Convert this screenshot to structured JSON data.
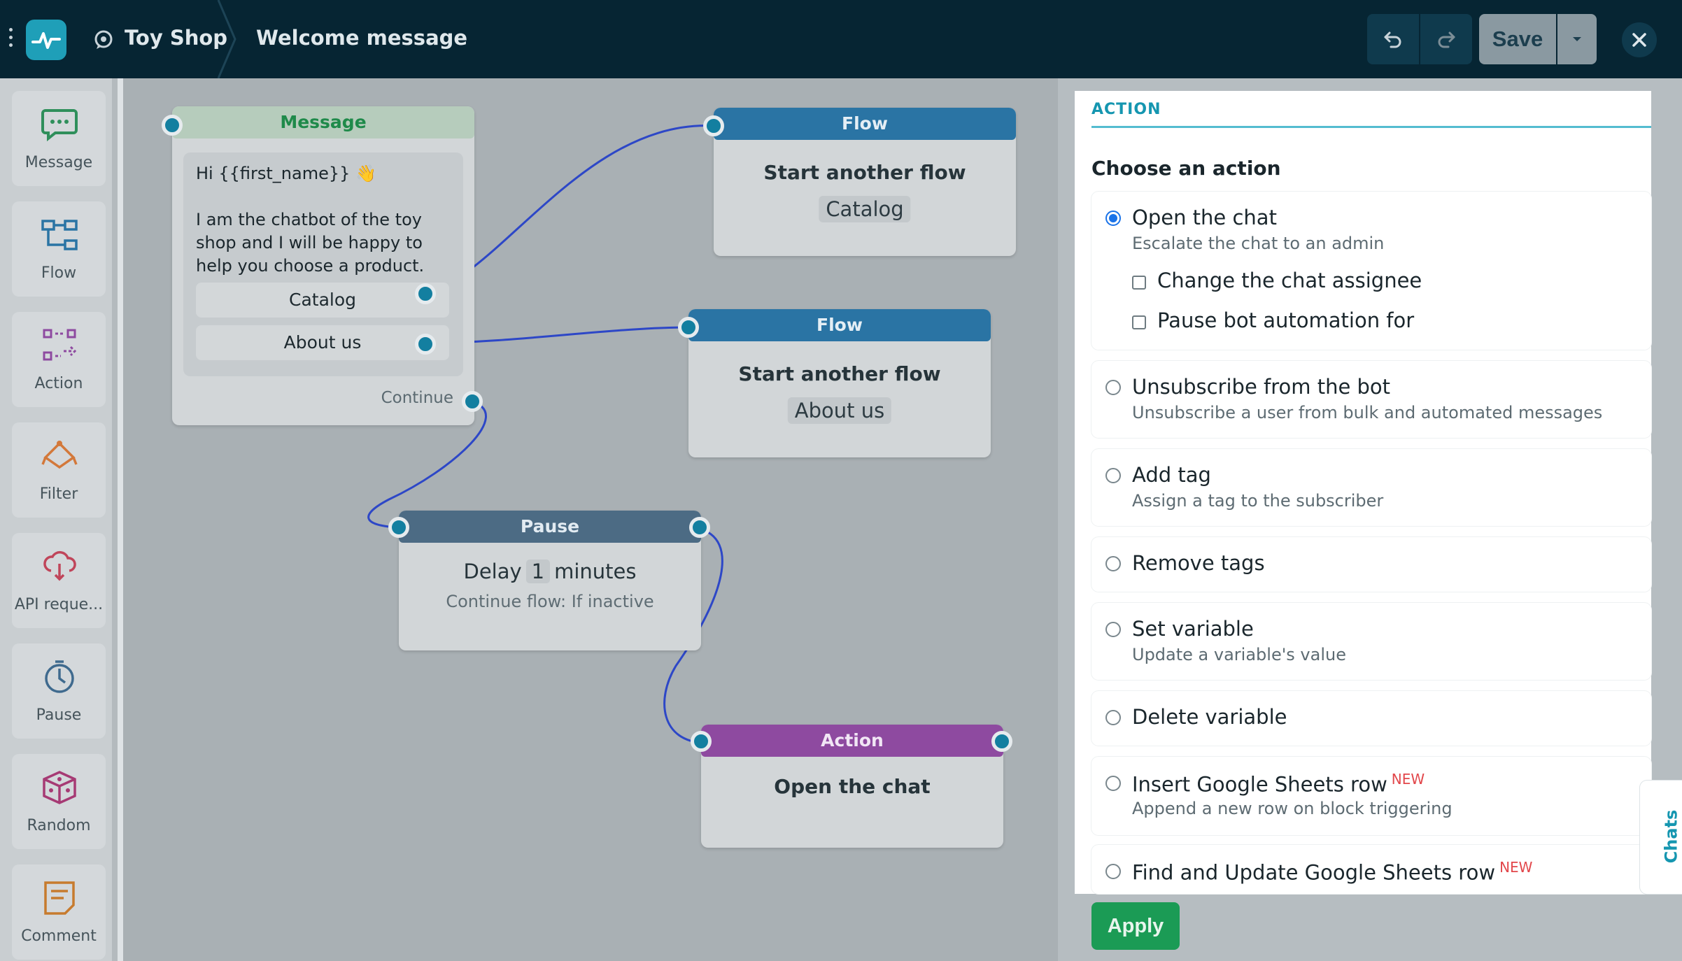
{
  "topbar": {
    "project": "Toy Shop",
    "flow_name": "Welcome message",
    "save_label": "Save"
  },
  "tools": [
    {
      "label": "Message",
      "icon": "message-icon"
    },
    {
      "label": "Flow",
      "icon": "flow-icon"
    },
    {
      "label": "Action",
      "icon": "action-icon"
    },
    {
      "label": "Filter",
      "icon": "filter-icon"
    },
    {
      "label": "API reque...",
      "icon": "api-request-icon"
    },
    {
      "label": "Pause",
      "icon": "pause-icon"
    },
    {
      "label": "Random",
      "icon": "random-icon"
    },
    {
      "label": "Comment",
      "icon": "comment-icon"
    }
  ],
  "canvas": {
    "message_node": {
      "header": "Message",
      "text": "Hi {{first_name}} 👋\n\nI am the chatbot of the toy shop and I will be happy to help you choose a product.",
      "buttons": [
        "Catalog",
        "About us"
      ],
      "continue": "Continue"
    },
    "flow_node_1": {
      "header": "Flow",
      "title": "Start another flow",
      "target": "Catalog"
    },
    "flow_node_2": {
      "header": "Flow",
      "title": "Start another flow",
      "target": "About us"
    },
    "pause_node": {
      "header": "Pause",
      "delay_prefix": "Delay",
      "delay_value": "1",
      "delay_unit": "minutes",
      "subtitle": "Continue flow: If inactive"
    },
    "action_node": {
      "header": "Action",
      "title": "Open the chat"
    }
  },
  "panel": {
    "tab": "ACTION",
    "heading": "Choose an action",
    "options": [
      {
        "title": "Open the chat",
        "desc": "Escalate the chat to an admin",
        "selected": true
      },
      {
        "title": "Unsubscribe from the bot",
        "desc": "Unsubscribe a user from bulk and automated messages",
        "selected": false
      },
      {
        "title": "Add tag",
        "desc": "Assign a tag to the subscriber",
        "selected": false
      },
      {
        "title": "Remove tags",
        "desc": "",
        "selected": false
      },
      {
        "title": "Set variable",
        "desc": "Update a variable's value",
        "selected": false
      },
      {
        "title": "Delete variable",
        "desc": "",
        "selected": false
      },
      {
        "title": "Insert Google Sheets row",
        "desc": "Append a new row on block triggering",
        "selected": false,
        "badge": "NEW"
      },
      {
        "title": "Find and Update Google Sheets row",
        "desc": "",
        "selected": false,
        "badge": "NEW"
      }
    ],
    "sub_options": [
      "Change the chat assignee",
      "Pause bot automation for"
    ],
    "apply_label": "Apply",
    "chats_tab": "Chats"
  },
  "colors": {
    "topbar": "#062533",
    "message_header": "#b6ccbc",
    "flow_header": "#2a74a4",
    "pause_header": "#4c6b84",
    "action_header": "#8e4aa0",
    "port": "#137fa0",
    "wire": "#2d47c7",
    "apply": "#1b9b55"
  }
}
